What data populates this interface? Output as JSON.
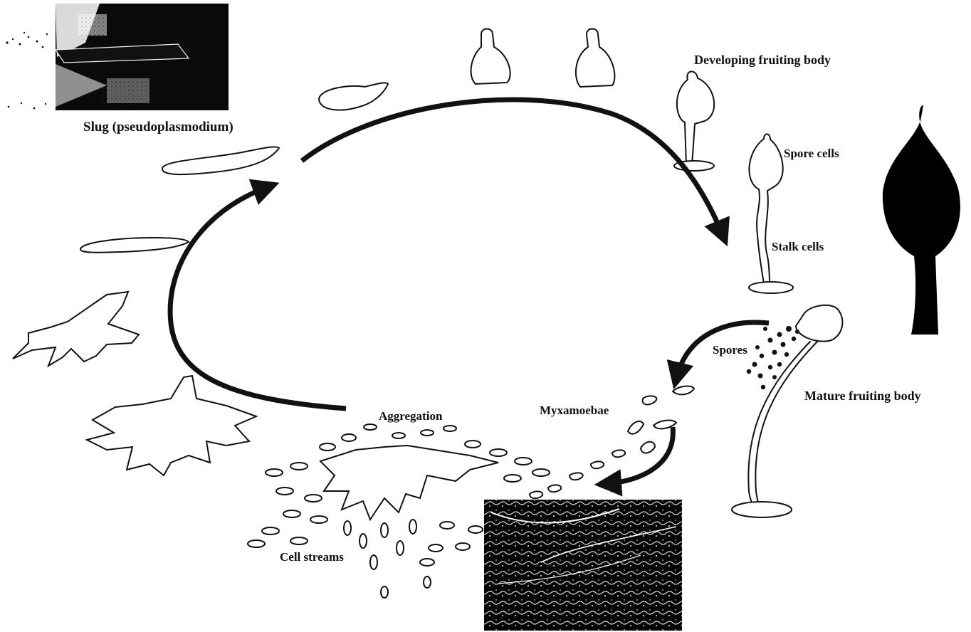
{
  "labels": {
    "slug": "Slug (pseudoplasmodium)",
    "developing": "Developing fruiting body",
    "spore_cells": "Spore cells",
    "stalk_cells": "Stalk cells",
    "spores": "Spores",
    "mature": "Mature fruiting body",
    "myxamoebae": "Myxamoebae",
    "aggregation": "Aggregation",
    "cell_streams": "Cell streams"
  },
  "colors": {
    "ink": "#111111",
    "background": "#ffffff"
  }
}
